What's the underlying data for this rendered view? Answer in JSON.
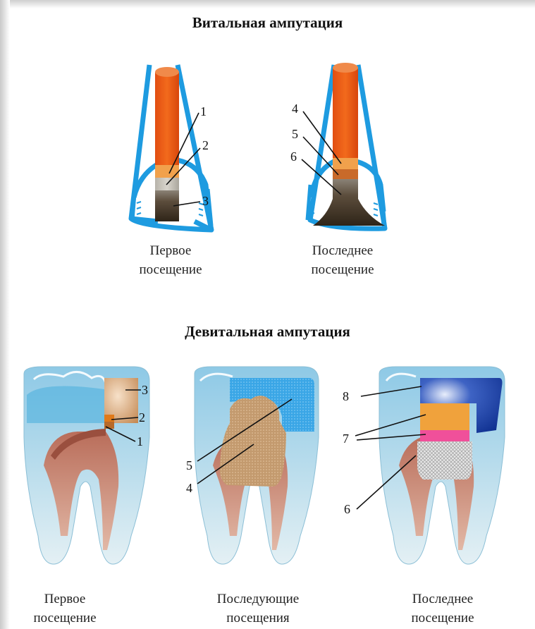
{
  "vital": {
    "title": "Витальная ампутация",
    "first": {
      "line1": "Первое",
      "line2": "посещение"
    },
    "last": {
      "line1": "Последнее",
      "line2": "посещение"
    },
    "labels_first": [
      "1",
      "2",
      "3"
    ],
    "labels_last": [
      "4",
      "5",
      "6"
    ]
  },
  "devital": {
    "title": "Девитальная ампутация",
    "first": {
      "line1": "Первое",
      "line2": "посещение"
    },
    "middle": {
      "line1": "Последующие",
      "line2": "посещения"
    },
    "last": {
      "line1": "Последнее",
      "line2": "посещение"
    },
    "labels_first": [
      "3",
      "2",
      "1"
    ],
    "labels_middle": [
      "5",
      "4"
    ],
    "labels_last": [
      "8",
      "7",
      "6"
    ]
  }
}
